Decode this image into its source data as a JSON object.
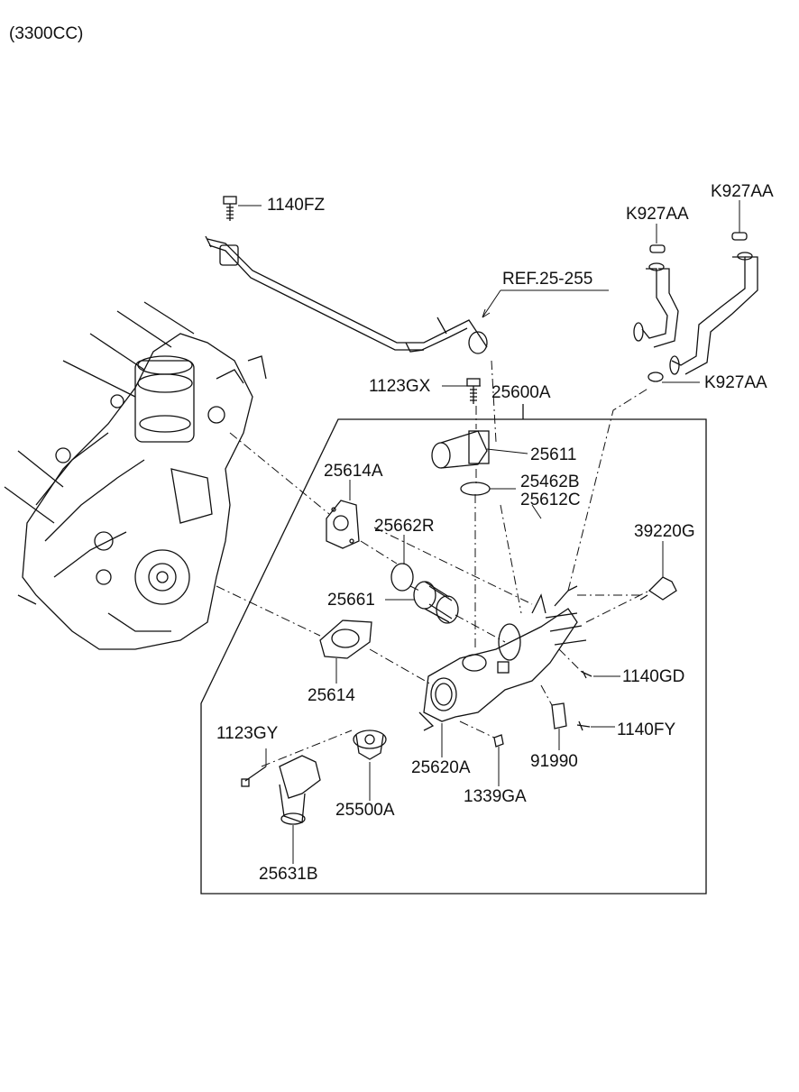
{
  "header": {
    "engine_variant": "(3300CC)"
  },
  "reference": "REF.25-255",
  "parts": {
    "bolt_top": "1140FZ",
    "clamp_upper_left": "K927AA",
    "clamp_upper_right": "K927AA",
    "clamp_lower": "K927AA",
    "bolt_inlet": "1123GX",
    "housing_assy": "25600A",
    "inlet_fitting": "25611",
    "oring_a": "25462B",
    "oring_b": "25612C",
    "gasket_a": "25614A",
    "oring_c": "25662R",
    "pipe_nipple": "25661",
    "sensor": "39220G",
    "bolt_gd": "1140GD",
    "gasket": "25614",
    "bolt_gy": "1123GY",
    "bolt_fy": "1140FY",
    "bracket": "91990",
    "housing": "25620A",
    "nut": "1339GA",
    "thermostat": "25500A",
    "outlet_fitting": "25631B"
  }
}
